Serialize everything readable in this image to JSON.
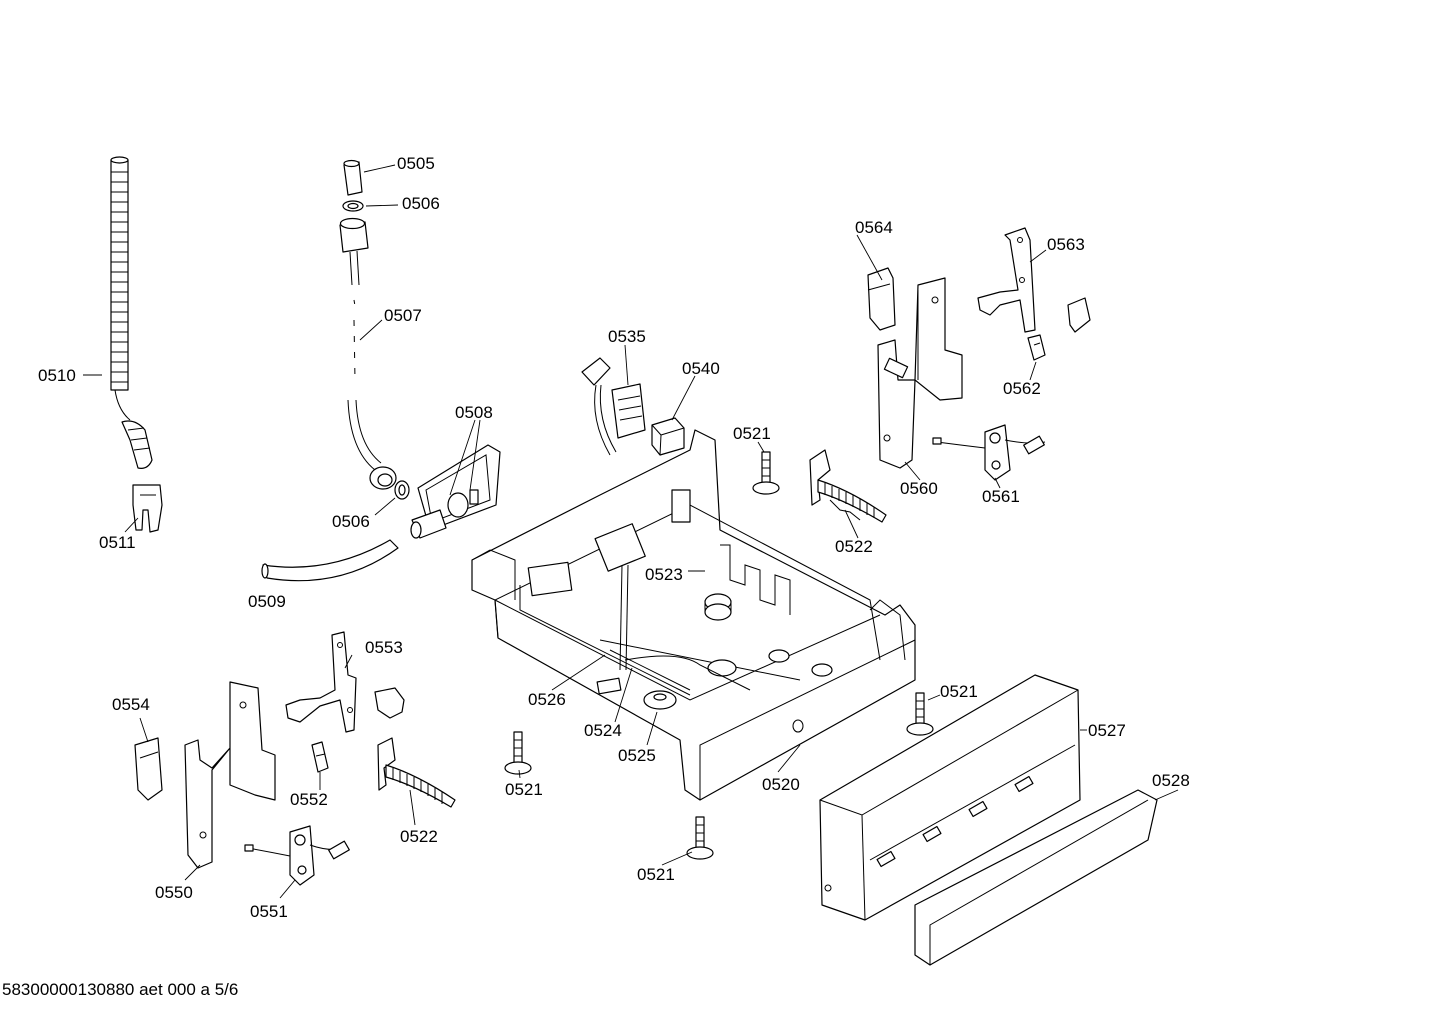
{
  "footer_code": "58300000130880 aet 000 a 5/6",
  "callouts": {
    "c0505": "0505",
    "c0506a": "0506",
    "c0506b": "0506",
    "c0507": "0507",
    "c0508": "0508",
    "c0509": "0509",
    "c0510": "0510",
    "c0511": "0511",
    "c0520": "0520",
    "c0521a": "0521",
    "c0521b": "0521",
    "c0521c": "0521",
    "c0521d": "0521",
    "c0522a": "0522",
    "c0522b": "0522",
    "c0523": "0523",
    "c0524": "0524",
    "c0525": "0525",
    "c0526": "0526",
    "c0527": "0527",
    "c0528": "0528",
    "c0535": "0535",
    "c0540": "0540",
    "c0550": "0550",
    "c0551": "0551",
    "c0552": "0552",
    "c0553": "0553",
    "c0554": "0554",
    "c0560": "0560",
    "c0561": "0561",
    "c0562": "0562",
    "c0563": "0563",
    "c0564": "0564"
  }
}
